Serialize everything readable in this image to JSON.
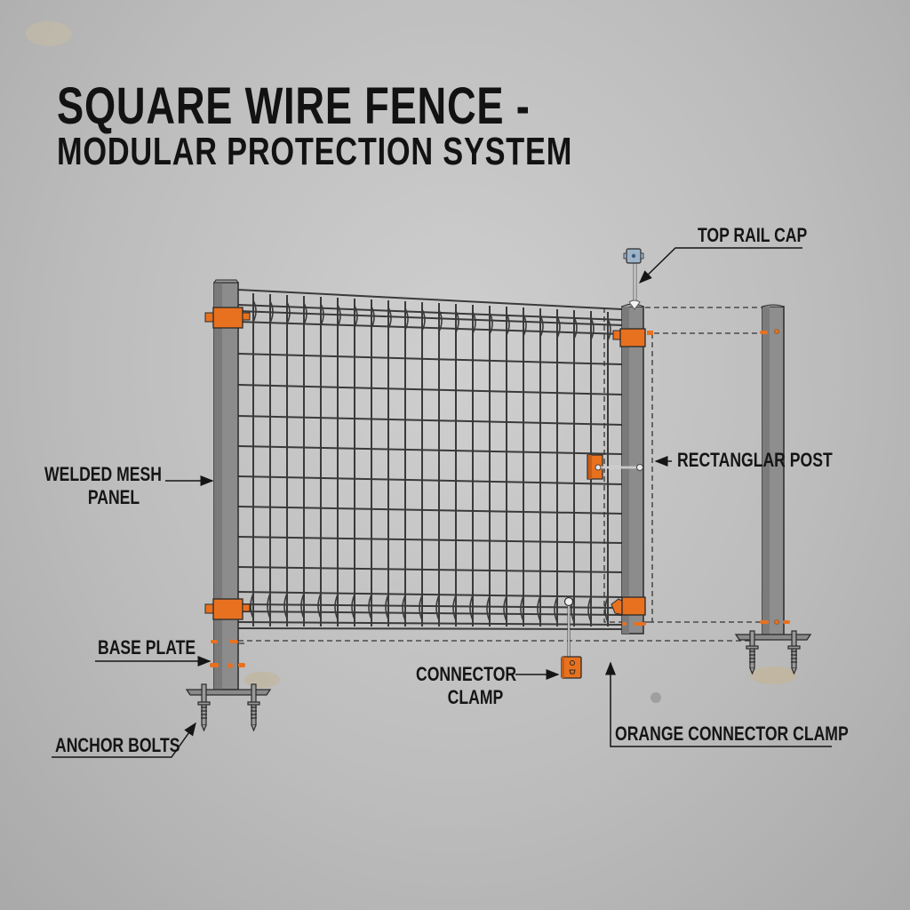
{
  "title": {
    "line1": "SQUARE WIRE FENCE -",
    "line2": "MODULAR PROTECTION SYSTEM"
  },
  "callouts": {
    "top_rail_cap": "TOP RAIL CAP",
    "welded_mesh_panel_line1": "WELDED MESH",
    "welded_mesh_panel_line2": "PANEL",
    "rectangular_post": "RECTANGLAR POST",
    "base_plate": "BASE PLATE",
    "anchor_bolts": "ANCHOR BOLTS",
    "connector_clamp_line1": "CONNECTOR",
    "connector_clamp_line2": "CLAMP",
    "orange_connector_clamp": "ORANGE CONNECTOR CLAMP"
  },
  "colors": {
    "background": "#c4c4c4",
    "text": "#151515",
    "post": "#8e8e8e",
    "post_dark": "#6f6f6f",
    "mesh": "#3a3a3a",
    "clamp_orange": "#e8711f",
    "cap_blue": "#9fb3c8"
  },
  "components": [
    "welded-mesh-panel",
    "left-rectangular-post",
    "middle-rectangular-post",
    "right-rectangular-post",
    "top-rail-cap",
    "orange-connector-clamps",
    "base-plates",
    "anchor-bolts"
  ]
}
